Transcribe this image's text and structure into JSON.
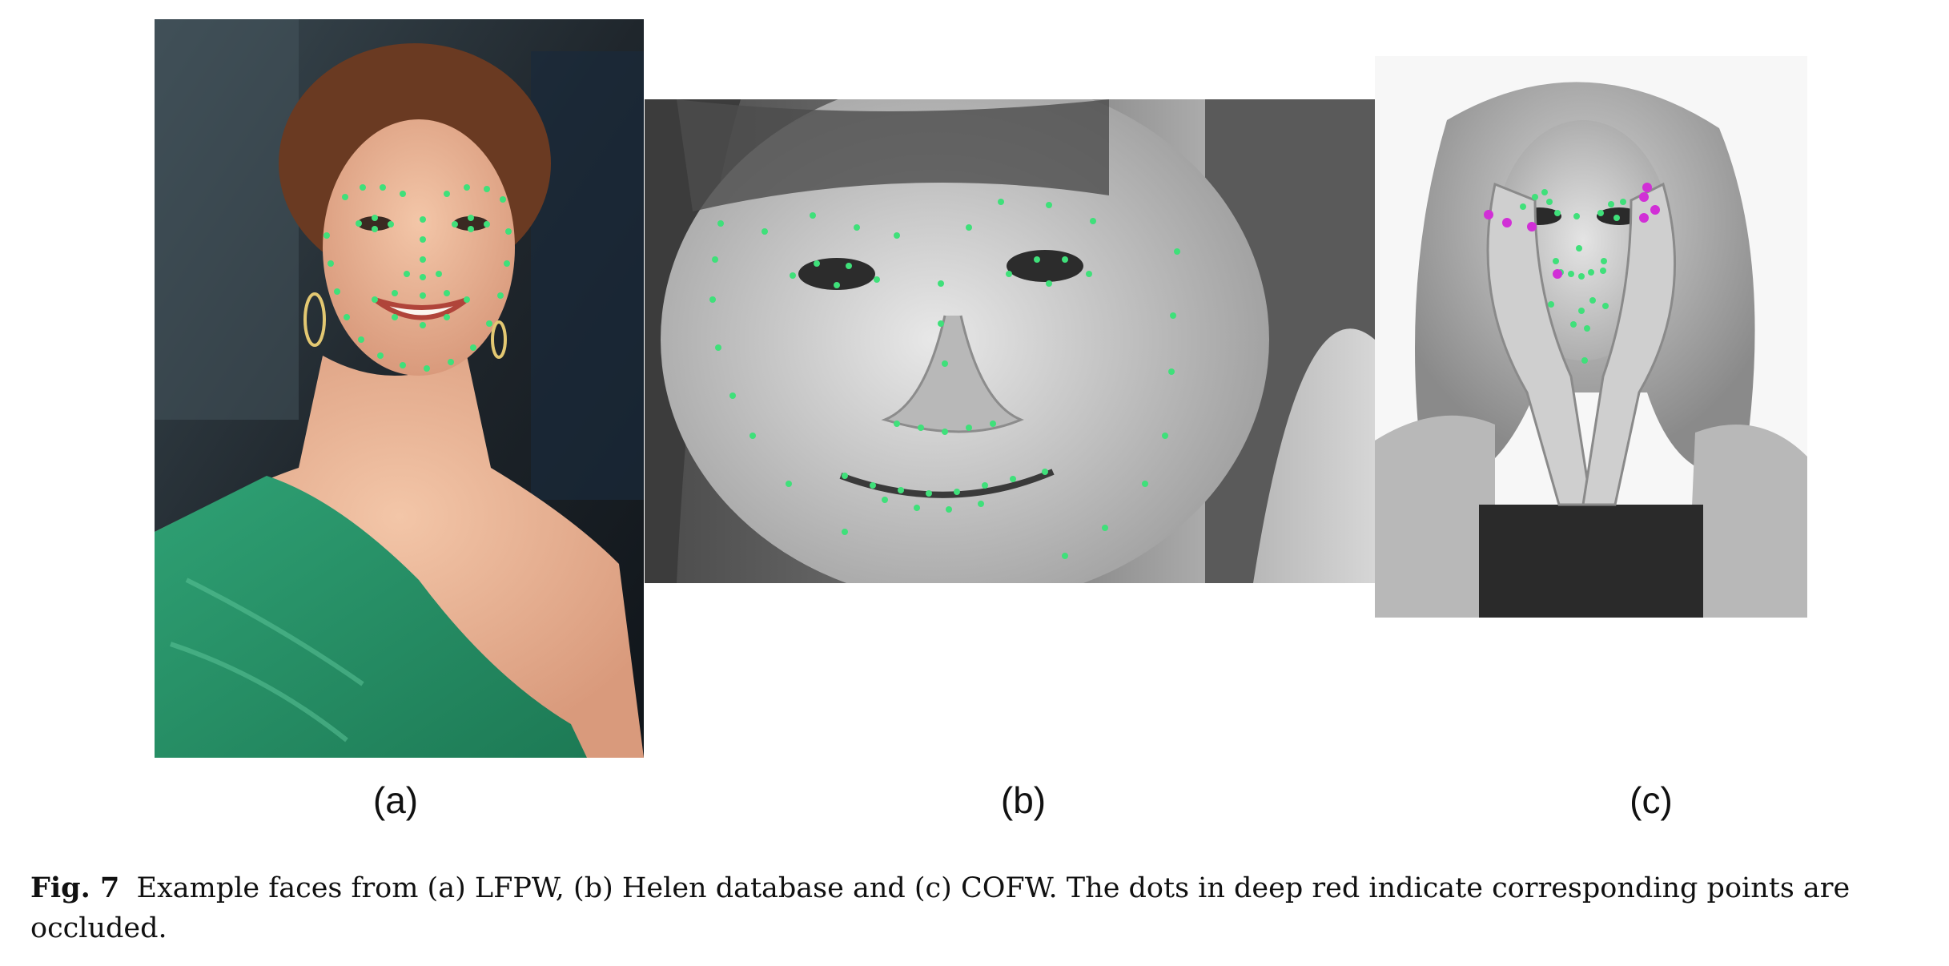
{
  "figure": {
    "panels": [
      {
        "id": "a",
        "label": "(a)",
        "landmark_color": "#3fe07a"
      },
      {
        "id": "b",
        "label": "(b)",
        "landmark_color": "#3fe07a"
      },
      {
        "id": "c",
        "label": "(c)",
        "landmark_color": "#3fe07a",
        "occluded_color": "#d12fd6"
      }
    ],
    "caption": {
      "fig_num": "Fig. 7",
      "text": "Example faces from (a) LFPW, (b) Helen database and (c) COFW. The dots in deep red indicate corresponding points are occluded."
    }
  }
}
